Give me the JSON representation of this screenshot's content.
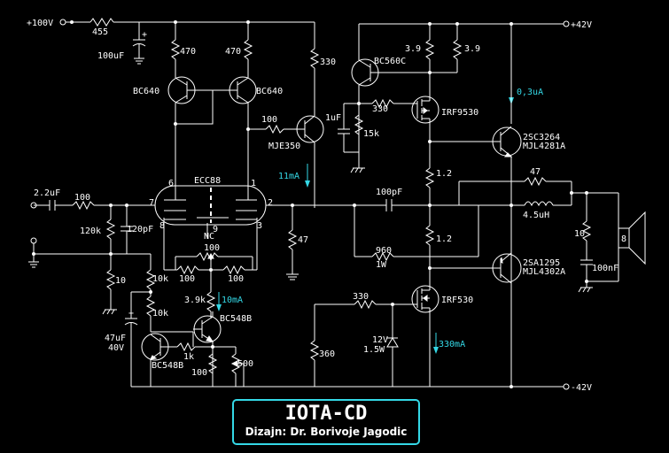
{
  "rails": {
    "hv": "+100V",
    "pos": "+42V",
    "neg": "-42V"
  },
  "title": {
    "main": "IOTA-CD",
    "sub": "Dizajn: Dr. Borivoje Jagodic"
  },
  "resistors": {
    "r455": "455",
    "r470a": "470",
    "r470b": "470",
    "r330a": "330",
    "r100b": "100",
    "r100in": "100",
    "r120k": "120k",
    "r10": "10",
    "r10k": "10k",
    "r3k9": "3.9k",
    "r10k2": "10k",
    "r1k": "1k",
    "r100e": "100",
    "r500": "500",
    "r100c": "100",
    "r100d": "100",
    "r100f": "100",
    "r47": "47",
    "r360": "360",
    "r3v9a": "3.9",
    "r3v9b": "3.9",
    "r330b": "330",
    "r15k": "15k",
    "r1v2a": "1.2",
    "r1v2b": "1.2",
    "r960": "960",
    "r960w": "1W",
    "r330c": "330",
    "r47b": "47",
    "r10z": "10"
  },
  "caps": {
    "c100u": "100uF",
    "c22u": "2.2uF",
    "c120p": "120pF",
    "c47u": "47uF",
    "c47uv": "40V",
    "c1u": "1uF",
    "c100p": "100pF",
    "c100n": "100nF"
  },
  "semis": {
    "q1": "BC640",
    "q2": "BC640",
    "q3": "MJE350",
    "q4": "BC548B",
    "q5": "BC548B",
    "q6": "BC560C",
    "q7": "IRF9530",
    "q8": "IRF530",
    "q9a": "2SC3264",
    "q9b": "MJL4281A",
    "q10a": "2SA1295",
    "q10b": "MJL4302A",
    "tube": "ECC88",
    "zener": "12V",
    "zenerw": "1.5W"
  },
  "pins": {
    "p1": "1",
    "p2": "2",
    "p3": "3",
    "p6": "6",
    "p7": "7",
    "p8": "8",
    "p9": "9",
    "nc": "NC"
  },
  "inductor": "4.5uH",
  "speaker": "8",
  "currents": {
    "i1": "0,3uA",
    "i2": "11mA",
    "i3": "10mA",
    "i4": "330mA"
  }
}
